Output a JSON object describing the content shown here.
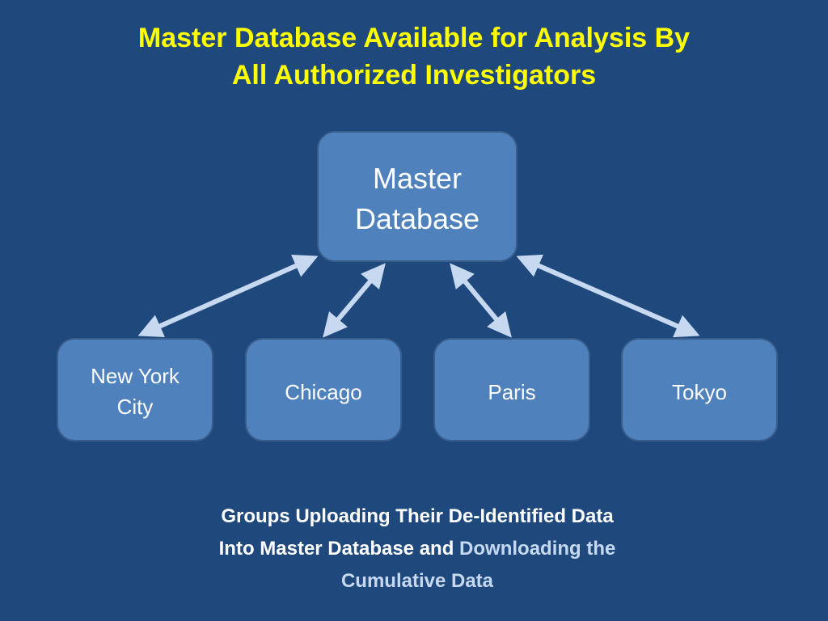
{
  "title": {
    "line1": "Master Database Available for Analysis By",
    "line2": "All Authorized Investigators"
  },
  "master": {
    "line1": "Master",
    "line2": "Database"
  },
  "cities": [
    {
      "line1": "New York",
      "line2": "City"
    },
    {
      "label": "Chicago"
    },
    {
      "label": "Paris"
    },
    {
      "label": "Tokyo"
    }
  ],
  "caption": {
    "line1": "Groups Uploading Their De-Identified Data",
    "line2_part1": "Into Master Database and ",
    "line2_part2": "Downloading the",
    "line3": "Cumulative Data"
  },
  "colors": {
    "background": "#1f497d",
    "title": "#ffff00",
    "box_fill": "#4f81bd",
    "box_border": "#385d8a",
    "arrow": "#c6d9f1",
    "caption_highlight": "#c6d9f1"
  }
}
